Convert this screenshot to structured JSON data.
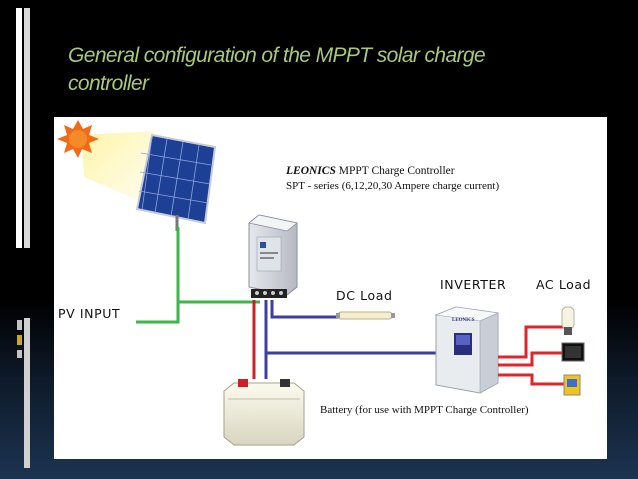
{
  "slide": {
    "title_line1": "General configuration of the MPPT solar charge",
    "title_line2": "controller"
  },
  "diagram": {
    "controller_brand": "LEONICS",
    "controller_name": "MPPT Charge Controller",
    "controller_series": "SPT - series (6,12,20,30 Ampere charge current)",
    "inverter_brand": "LEONICS",
    "battery_caption": "Battery (for use with MPPT Charge Controller)"
  },
  "labels": {
    "pv_input": "PV INPUT",
    "dc_load": "DC Load",
    "inverter": "INVERTER",
    "ac_load": "AC Load"
  },
  "colors": {
    "slide_bg": "#000000",
    "title": "#a9c97a",
    "pv_wire": "#3cb54a",
    "dc_wire": "#3b3f9e",
    "ac_wire": "#e0242a",
    "battery_wire": "#d11f26"
  }
}
